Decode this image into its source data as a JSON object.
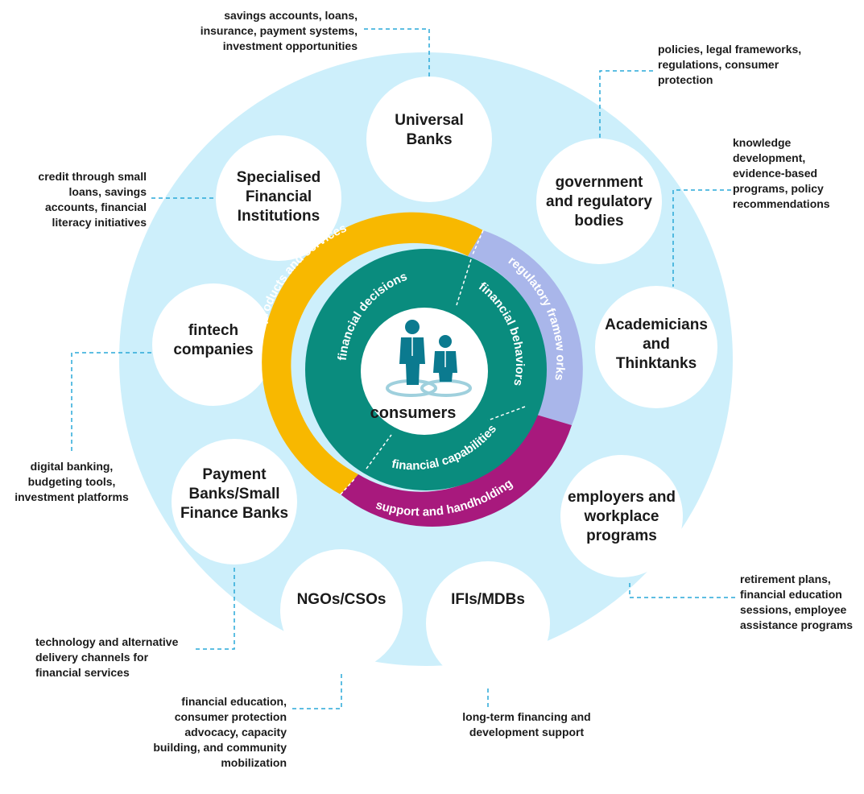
{
  "colors": {
    "outer_ring": "#cdeffb",
    "node_fill": "#ffffff",
    "ring_products": "#f8b800",
    "ring_regulatory": "#a9b6ea",
    "ring_support": "#a8197d",
    "ring_inner": "#0a8c7e",
    "connector": "#29a8d8",
    "icon_person": "#0b7a8f",
    "icon_base": "#9fd0dd"
  },
  "core": {
    "label": "consumers",
    "icon": "two-people-icon"
  },
  "inner_ring_labels": {
    "decisions": "financial decisions",
    "behaviors": "financial behaviors",
    "capabilities": "financial capabilities"
  },
  "outer_ring_labels": {
    "products": "financial products and services",
    "regulatory": "regulatory framew orks",
    "support": "support and handholding"
  },
  "nodes": [
    {
      "id": "universal-banks",
      "lines": [
        "Universal",
        "Banks"
      ],
      "annotation": [
        "savings accounts, loans,",
        "insurance, payment systems,",
        "investment opportunities"
      ]
    },
    {
      "id": "government-regulatory-bodies",
      "lines": [
        "government",
        "and regulatory",
        "bodies"
      ],
      "annotation": [
        "policies, legal frameworks,",
        "regulations, consumer",
        "protection"
      ]
    },
    {
      "id": "academicians-thinktanks",
      "lines": [
        "Academicians",
        "and",
        "Thinktanks"
      ],
      "annotation": [
        "knowledge",
        "development,",
        "evidence-based",
        "programs, policy",
        "recommendations"
      ]
    },
    {
      "id": "employers-workplace-programs",
      "lines": [
        "employers and",
        "workplace",
        "programs"
      ],
      "annotation": [
        "retirement plans,",
        "financial education",
        "sessions, employee",
        "assistance programs"
      ]
    },
    {
      "id": "ifis-mdbs",
      "lines": [
        "IFIs/MDBs"
      ],
      "annotation": [
        "long-term financing and",
        "development support"
      ]
    },
    {
      "id": "ngos-csos",
      "lines": [
        "NGOs/CSOs"
      ],
      "annotation": [
        "financial education,",
        "consumer protection",
        "advocacy, capacity",
        "building, and community",
        "mobilization"
      ]
    },
    {
      "id": "payment-banks",
      "lines": [
        "Payment",
        "Banks/Small",
        "Finance  Banks"
      ],
      "annotation": [
        "technology and alternative",
        "delivery channels for",
        "financial services"
      ]
    },
    {
      "id": "fintech-companies",
      "lines": [
        "fintech",
        "companies"
      ],
      "annotation": [
        "digital banking,",
        "budgeting tools,",
        "investment platforms"
      ]
    },
    {
      "id": "specialised-financial-institutions",
      "lines": [
        "Specialised",
        "Financial",
        "Institutions"
      ],
      "annotation": [
        "credit through small",
        "loans, savings",
        "accounts, financial",
        "literacy initiatives"
      ]
    }
  ]
}
